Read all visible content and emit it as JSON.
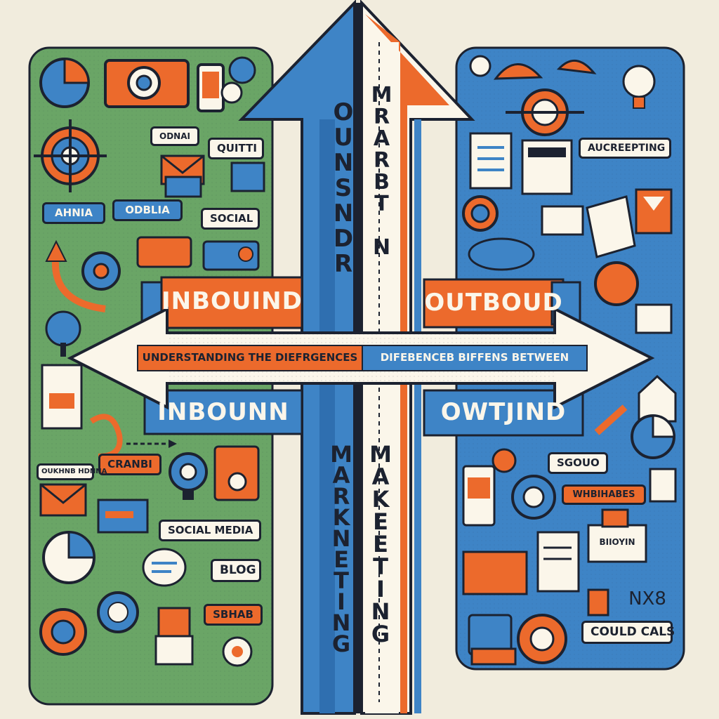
{
  "colors": {
    "background": "#f1ecdd",
    "panel_green": "#6aa566",
    "panel_blue": "#3e84c6",
    "accent_orange": "#ec6a2c",
    "ink": "#1c2230",
    "paper": "#fbf6ea"
  },
  "center": {
    "vertical_left_top": "OUNSNDR",
    "vertical_right_top": "MRARBT N",
    "vertical_left_bottom": "MARKNETING",
    "vertical_right_bottom": "MAKEETING"
  },
  "banners": {
    "inbound_top": "INBOUIND",
    "outbound_top": "OUTBOUD",
    "inbound_bottom": "INBOUNN",
    "outbound_bottom": "OWTJIND"
  },
  "arrow": {
    "left_text": "UNDERSTANDING THE DIEFRGENCES",
    "right_text": "DIFEBENCEB BIFFENS BETWEEN"
  },
  "left_panel": {
    "labels": [
      "ODNAI",
      "QUITTI",
      "AHNIA",
      "ODBLIA",
      "SOCIAL",
      "CRANBI",
      "SOCIAL MEDIA",
      "BLOG",
      "SBHAB",
      "OUKHNB HDNNA"
    ]
  },
  "right_panel": {
    "labels": [
      "AUCREEPTING",
      "SGOUO",
      "WHBIHABES",
      "BIIOYIN",
      "COULD CALS",
      "NX8"
    ]
  }
}
